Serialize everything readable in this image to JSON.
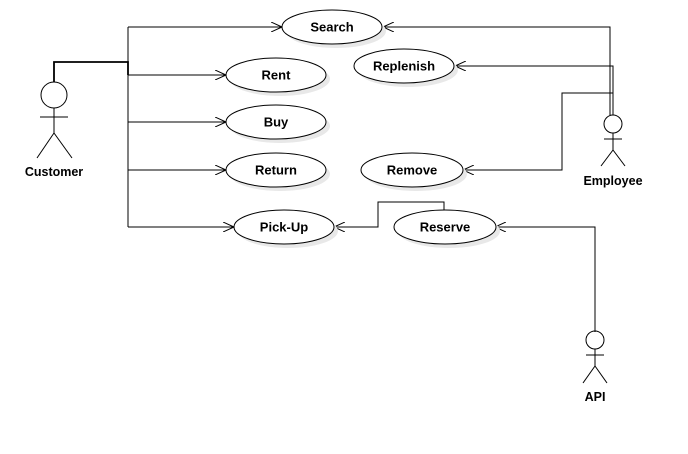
{
  "diagram": {
    "actors": {
      "customer": "Customer",
      "employee": "Employee",
      "api": "API"
    },
    "use_cases": {
      "search": "Search",
      "rent": "Rent",
      "buy": "Buy",
      "return": "Return",
      "pickup": "Pick-Up",
      "replenish": "Replenish",
      "remove": "Remove",
      "reserve": "Reserve"
    },
    "colors": {
      "line": "#000000",
      "background": "#ffffff",
      "shadow": "#e8e8e8"
    }
  }
}
